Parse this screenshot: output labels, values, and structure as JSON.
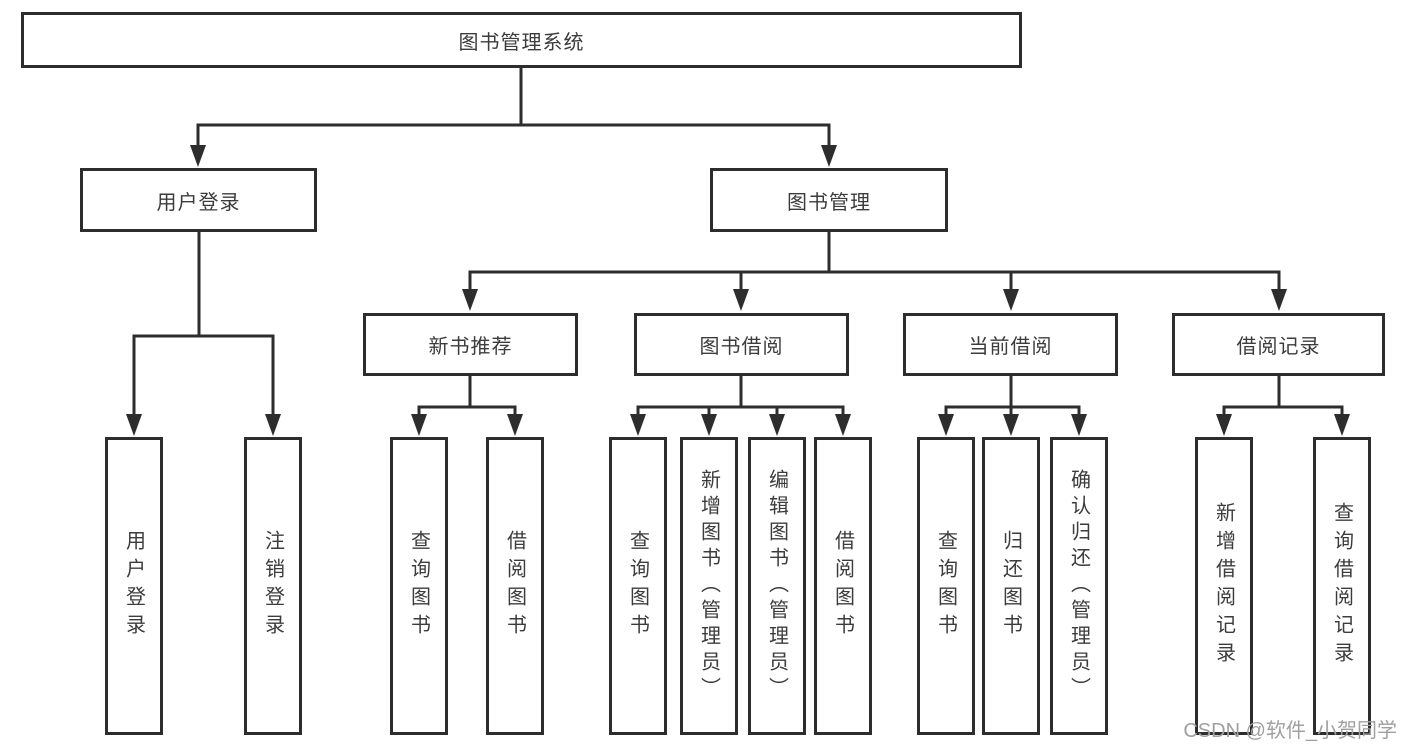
{
  "diagram": {
    "root": "图书管理系统",
    "groups": [
      {
        "label": "用户登录",
        "leaves": [
          "用户登录",
          "注销登录"
        ]
      },
      {
        "label": "图书管理",
        "sections": [
          {
            "label": "新书推荐",
            "leaves": [
              "查询图书",
              "借阅图书"
            ]
          },
          {
            "label": "图书借阅",
            "leaves": [
              "查询图书",
              "新增图书（管理员）",
              "编辑图书（管理员）",
              "借阅图书"
            ]
          },
          {
            "label": "当前借阅",
            "leaves": [
              "查询图书",
              "归还图书",
              "确认归还（管理员）"
            ]
          },
          {
            "label": "借阅记录",
            "leaves": [
              "新增借阅记录",
              "查询借阅记录"
            ]
          }
        ]
      }
    ]
  },
  "watermark": "CSDN @软件_小贺同学",
  "colors": {
    "line": "#2d2d2d",
    "box_border": "#2d2d2d",
    "text": "#3c3c3c",
    "watermark": "#a0a0a0",
    "background": "#ffffff"
  }
}
